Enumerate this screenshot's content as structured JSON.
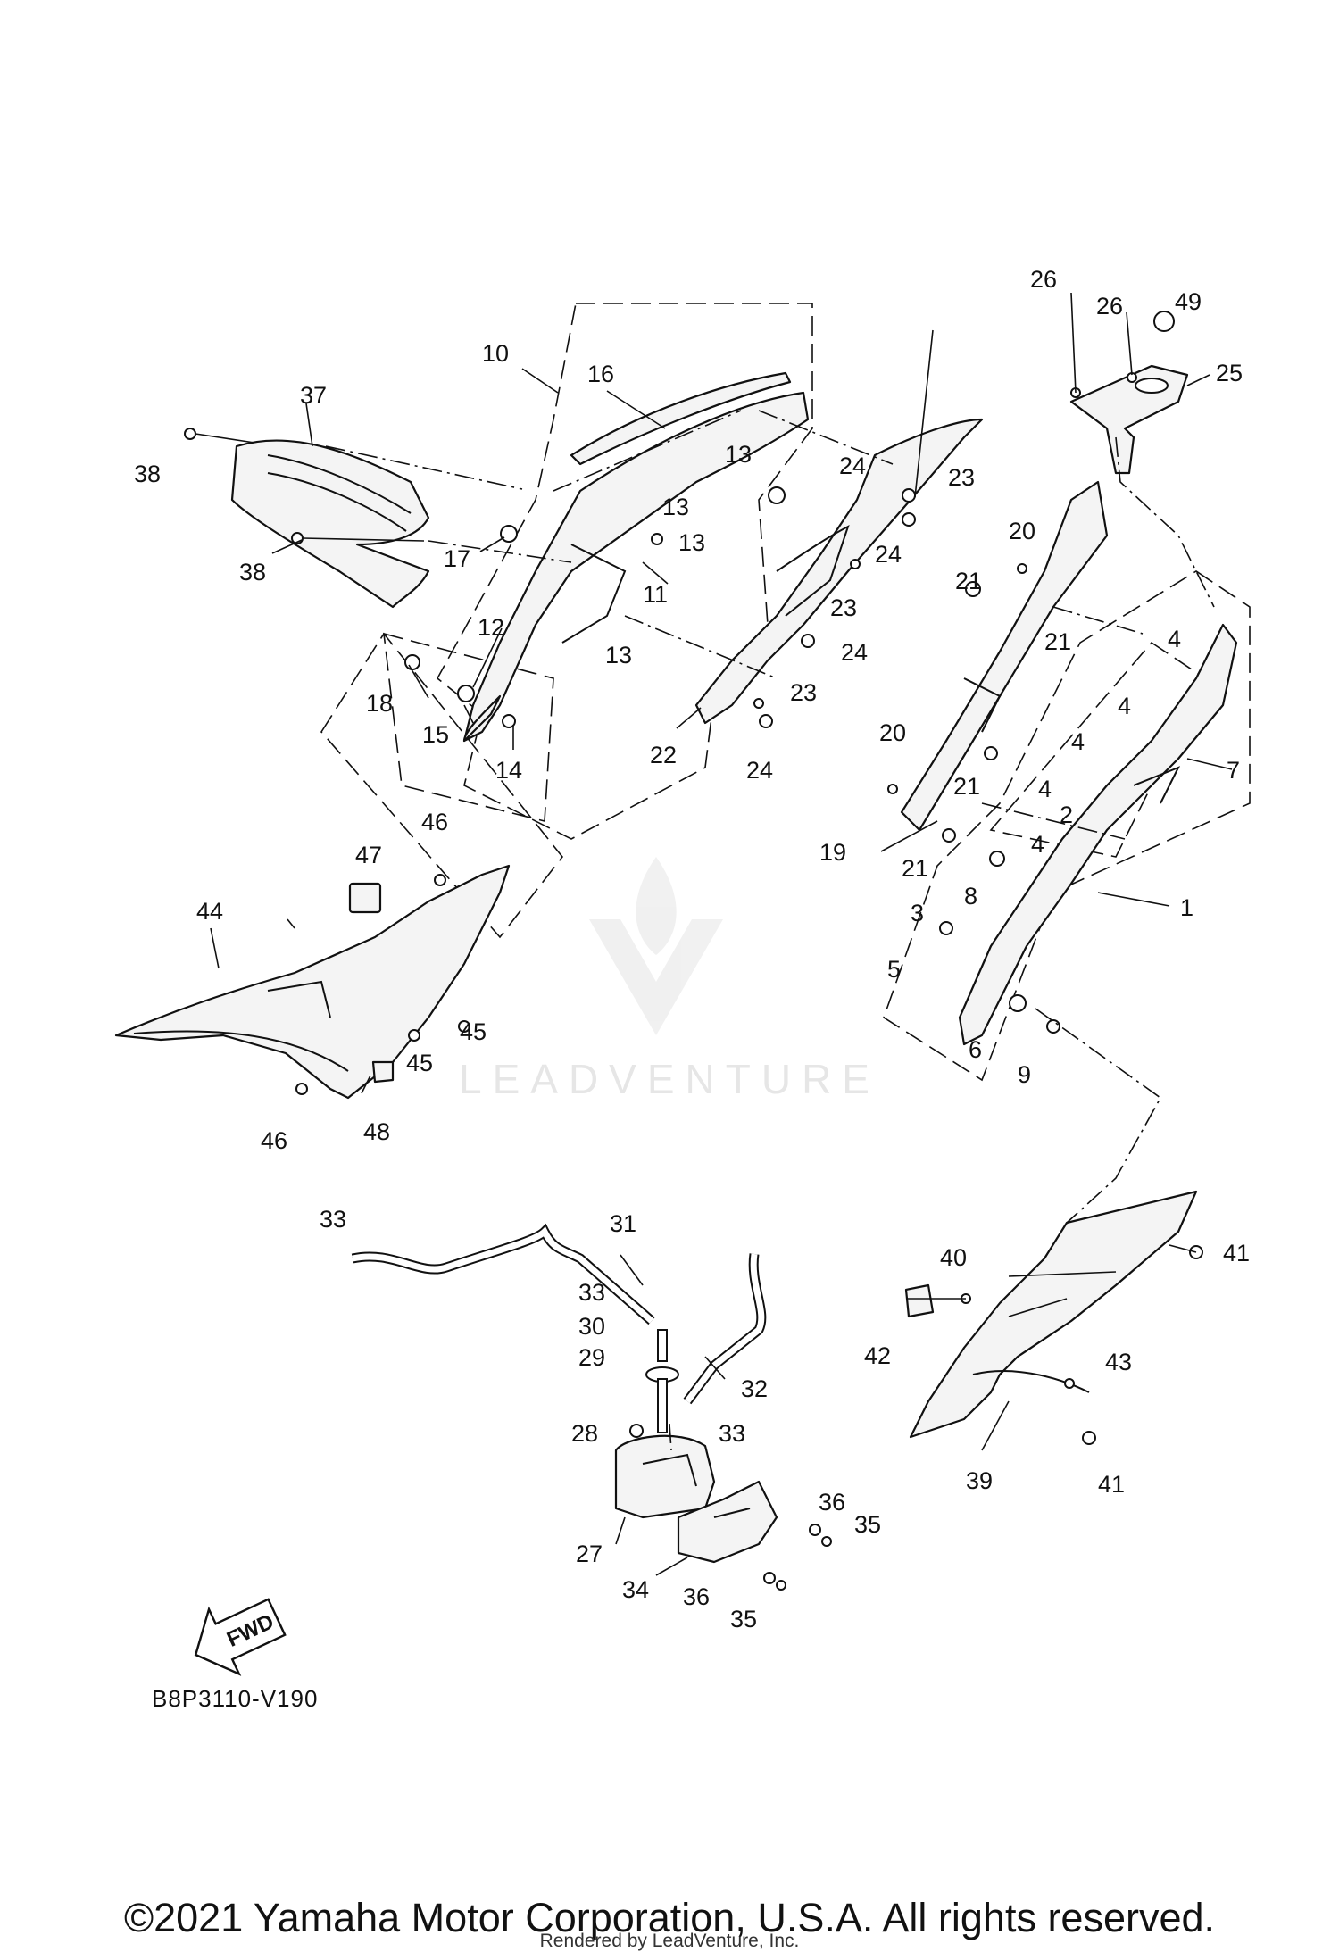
{
  "callouts": {
    "c1": "1",
    "c2": "2",
    "c3": "3",
    "c4a": "4",
    "c4b": "4",
    "c4c": "4",
    "c4d": "4",
    "c4e": "4",
    "c5": "5",
    "c6": "6",
    "c7": "7",
    "c8": "8",
    "c9": "9",
    "c10": "10",
    "c11": "11",
    "c12": "12",
    "c13a": "13",
    "c13b": "13",
    "c13c": "13",
    "c13d": "13",
    "c14": "14",
    "c15": "15",
    "c16": "16",
    "c17": "17",
    "c18": "18",
    "c19": "19",
    "c20a": "20",
    "c20b": "20",
    "c21a": "21",
    "c21b": "21",
    "c21c": "21",
    "c21d": "21",
    "c22": "22",
    "c23a": "23",
    "c23b": "23",
    "c23c": "23",
    "c24a": "24",
    "c24b": "24",
    "c24c": "24",
    "c24d": "24",
    "c25": "25",
    "c26a": "26",
    "c26b": "26",
    "c27": "27",
    "c28": "28",
    "c29": "29",
    "c30": "30",
    "c31": "31",
    "c32": "32",
    "c33a": "33",
    "c33b": "33",
    "c33c": "33",
    "c34": "34",
    "c35a": "35",
    "c35b": "35",
    "c36a": "36",
    "c36b": "36",
    "c37": "37",
    "c38a": "38",
    "c38b": "38",
    "c39": "39",
    "c40": "40",
    "c41a": "41",
    "c41b": "41",
    "c42": "42",
    "c43": "43",
    "c44": "44",
    "c45a": "45",
    "c45b": "45",
    "c46a": "46",
    "c46b": "46",
    "c47": "47",
    "c48": "48",
    "c49": "49"
  },
  "fwd_label": "FWD",
  "diagram_code": "B8P3110-V190",
  "copyright": "©2021 Yamaha Motor Corporation, U.S.A. All rights reserved.",
  "rendered_by": "Rendered by LeadVenture, Inc.",
  "watermark": "LEADVENTURE",
  "colors": {
    "ink": "#111111",
    "watermark": "#e6e6e6",
    "background": "#ffffff"
  },
  "icons": [
    "fwd-arrow-icon",
    "leadventure-logo-icon"
  ]
}
